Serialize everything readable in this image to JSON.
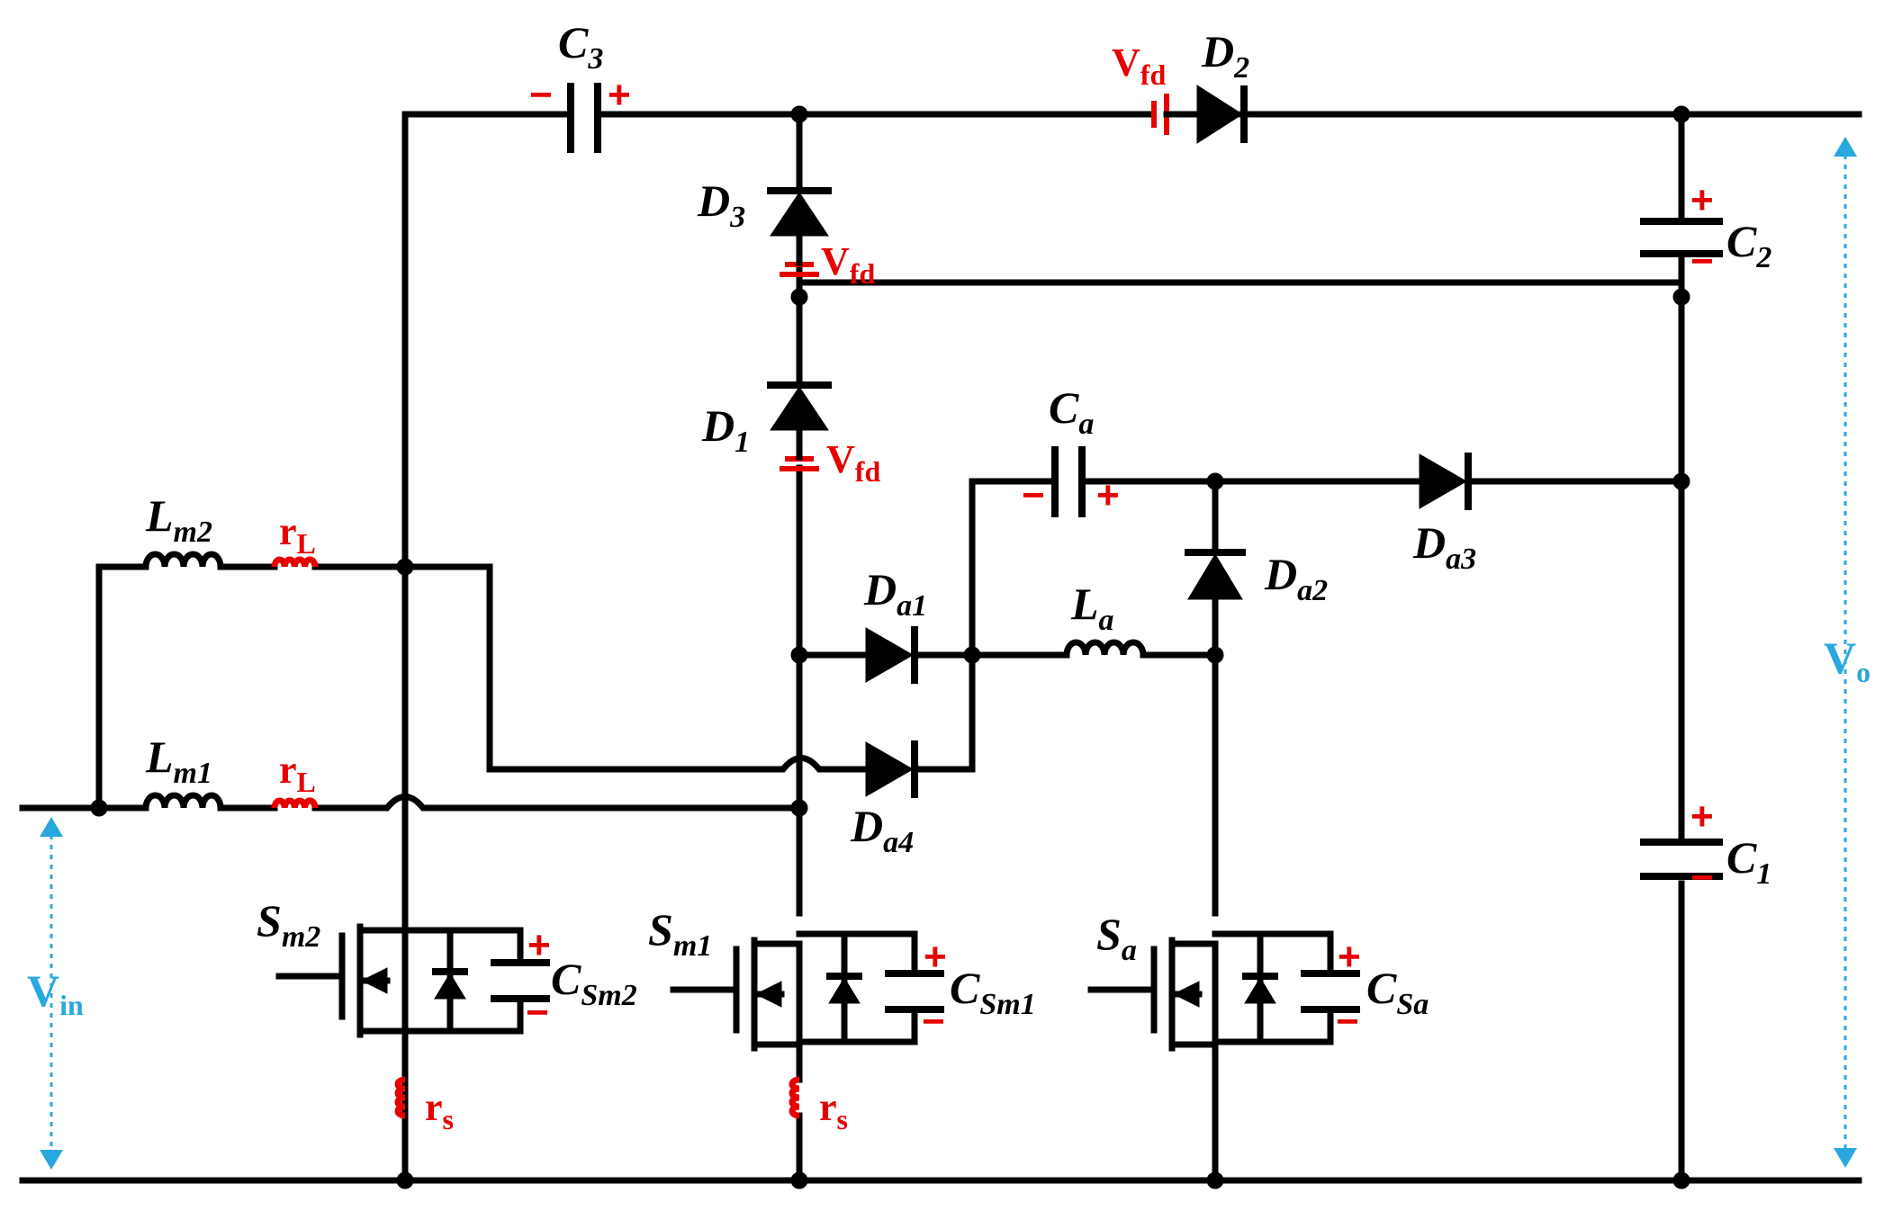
{
  "labels": {
    "C3": {
      "main": "C",
      "sub": "3"
    },
    "C2": {
      "main": "C",
      "sub": "2"
    },
    "C1": {
      "main": "C",
      "sub": "1"
    },
    "Ca": {
      "main": "C",
      "sub": "a"
    },
    "D1": {
      "main": "D",
      "sub": "1"
    },
    "D2": {
      "main": "D",
      "sub": "2"
    },
    "D3": {
      "main": "D",
      "sub": "3"
    },
    "Da1": {
      "main": "D",
      "sub": "a1"
    },
    "Da2": {
      "main": "D",
      "sub": "a2"
    },
    "Da3": {
      "main": "D",
      "sub": "a3"
    },
    "Da4": {
      "main": "D",
      "sub": "a4"
    },
    "La": {
      "main": "L",
      "sub": "a"
    },
    "Lm1": {
      "main": "L",
      "sub": "m1"
    },
    "Lm2": {
      "main": "L",
      "sub": "m2"
    },
    "Sm1": {
      "main": "S",
      "sub": "m1"
    },
    "Sm2": {
      "main": "S",
      "sub": "m2"
    },
    "Sa": {
      "main": "S",
      "sub": "a"
    },
    "CSm1": {
      "main": "C",
      "sub": "Sm1"
    },
    "CSm2": {
      "main": "C",
      "sub": "Sm2"
    },
    "CSa": {
      "main": "C",
      "sub": "Sa"
    }
  },
  "parasitics": {
    "vfd": {
      "main": "V",
      "sub": "fd"
    },
    "rL": {
      "main": "r",
      "sub": "L"
    },
    "rs": {
      "main": "r",
      "sub": "s"
    }
  },
  "polarity": {
    "plus": "+",
    "minus": "−"
  },
  "voltages": {
    "vin": {
      "main": "V",
      "sub": "in"
    },
    "vo": {
      "main": "V",
      "sub": "o"
    }
  },
  "colors": {
    "wire": "#000000",
    "parasitic": "#e60000",
    "measurement": "#29a8df"
  }
}
